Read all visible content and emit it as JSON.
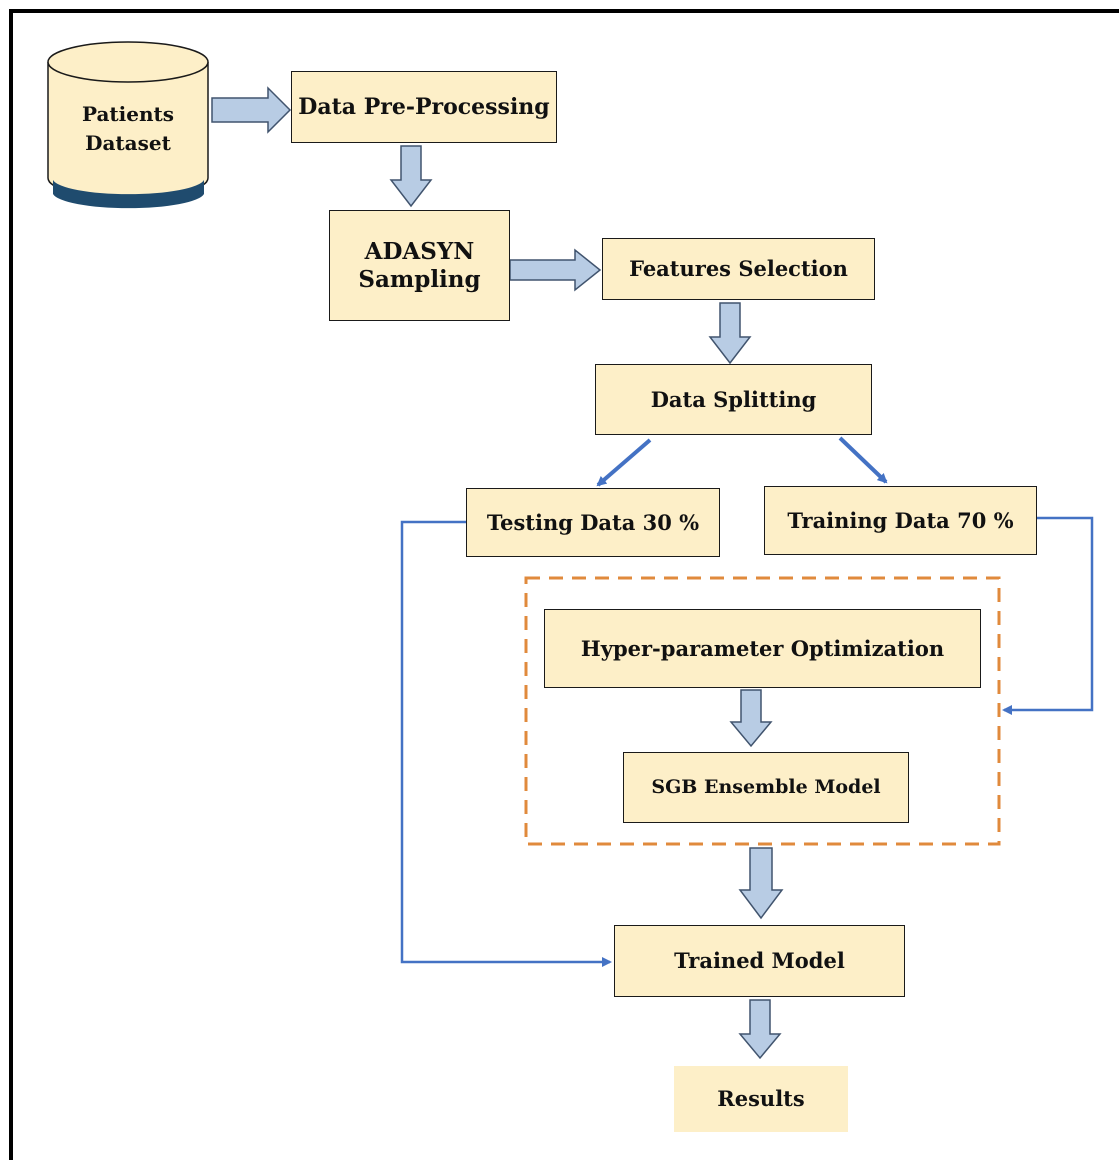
{
  "diagram": {
    "nodes": {
      "dataset_line1": "Patients",
      "dataset_line2": "Dataset",
      "preprocessing": "Data Pre-Processing",
      "adasyn_line1": "ADASYN",
      "adasyn_line2": "Sampling",
      "features": "Features Selection",
      "splitting": "Data Splitting",
      "testing": "Testing Data 30 %",
      "training": "Training Data 70 %",
      "hyperparam": "Hyper-parameter Optimization",
      "sgb": "SGB Ensemble Model",
      "trained": "Trained Model",
      "results": "Results"
    },
    "colors": {
      "box_fill": "#fdefc8",
      "block_arrow_fill": "#b8cce4",
      "block_arrow_stroke": "#41546e",
      "connector_blue": "#4472c4",
      "dashed_group_border": "#e08a3c"
    }
  }
}
